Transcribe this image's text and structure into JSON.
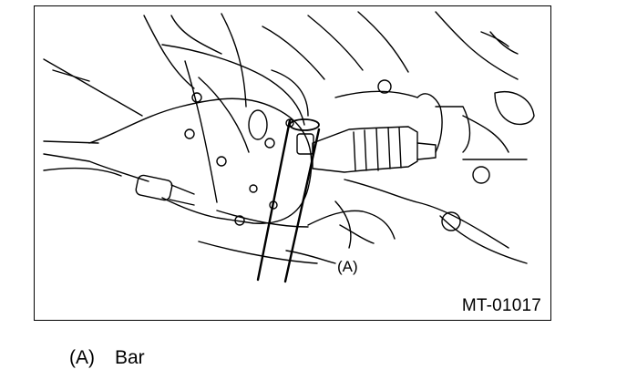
{
  "figure": {
    "code": "MT-01017",
    "callout_label": "(A)",
    "illustration": "transmission-bar-illustration"
  },
  "legend": {
    "key": "(A)",
    "description": "Bar"
  }
}
